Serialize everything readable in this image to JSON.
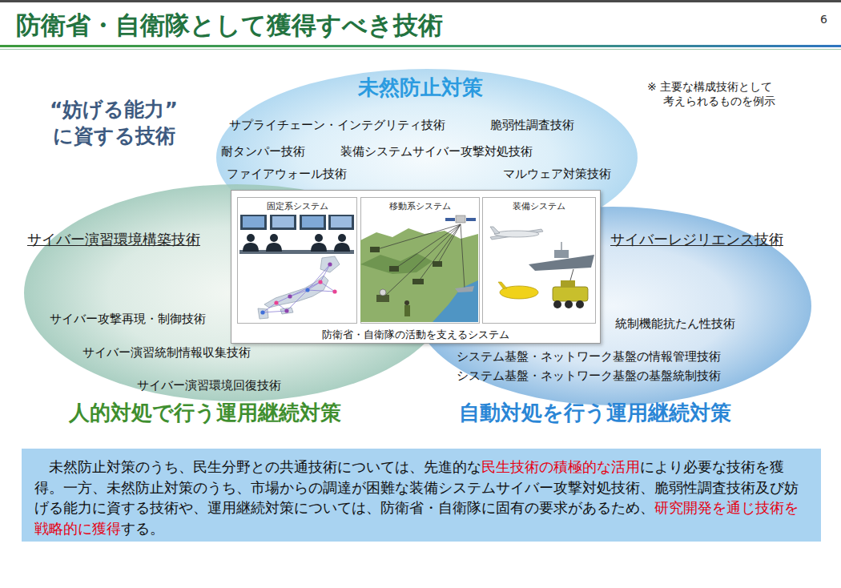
{
  "diagram": {
    "title": "防衛省・自衛隊として獲得すべき技術",
    "nodes": [
      {
        "text": [
          "未然防止対策",
          "サプライチェーン・インテグリティ技術",
          "脆弱性調査技術",
          "耐タンパー技術",
          "装備システムサイバー攻撃対処技術",
          "ファイアウォール技術",
          "マルウェア対策技術"
        ]
      },
      {
        "text": [
          "サイバー演習環境構築技術",
          "サイバー攻撃再現・制御技術",
          "サイバー演習統制情報収集技術",
          "サイバー演習環境回復技術",
          "人的対処で行う運用継続対策"
        ]
      },
      {
        "text": [
          "防衛省・自衛隊の活動を支えるシステム"
        ]
      },
      {
        "text": [
          "固定系システム"
        ],
        "in": 2
      },
      {
        "text": [
          "移動系システム"
        ],
        "in": 2
      },
      {
        "text": [
          "装備システム"
        ],
        "in": 2
      },
      {
        "text": [
          "サイバーレジリエンス技術",
          "統制機能抗たん性技術",
          "システム基盤・ネットワーク基盤の情報管理技術",
          "システム基盤・ネットワーク基盤の基盤統制技術",
          "自動対処を行う運用継続対策"
        ]
      },
      {
        "text": [
          "未然防止対策のうち、民生分野との共通技術については、先進的な",
          "民生技術の積極的な活用",
          "により必要な技術を獲得。一方、未然防止対策のうち、市場からの調達が困難な装備システムサイバー攻撃対処技術、脆弱性調査技術及び妨げる能力に資する技術や、運用継続対策については、防衛省・自衛隊に固有の要求があるため、",
          "研究開発を通じ技術を戦略的に獲得",
          "する。"
        ]
      }
    ],
    "labels": [
      "6",
      "“妨げる能力” に資する技術",
      "※ 主要な構成技術として 考えられるものを例示"
    ]
  }
}
